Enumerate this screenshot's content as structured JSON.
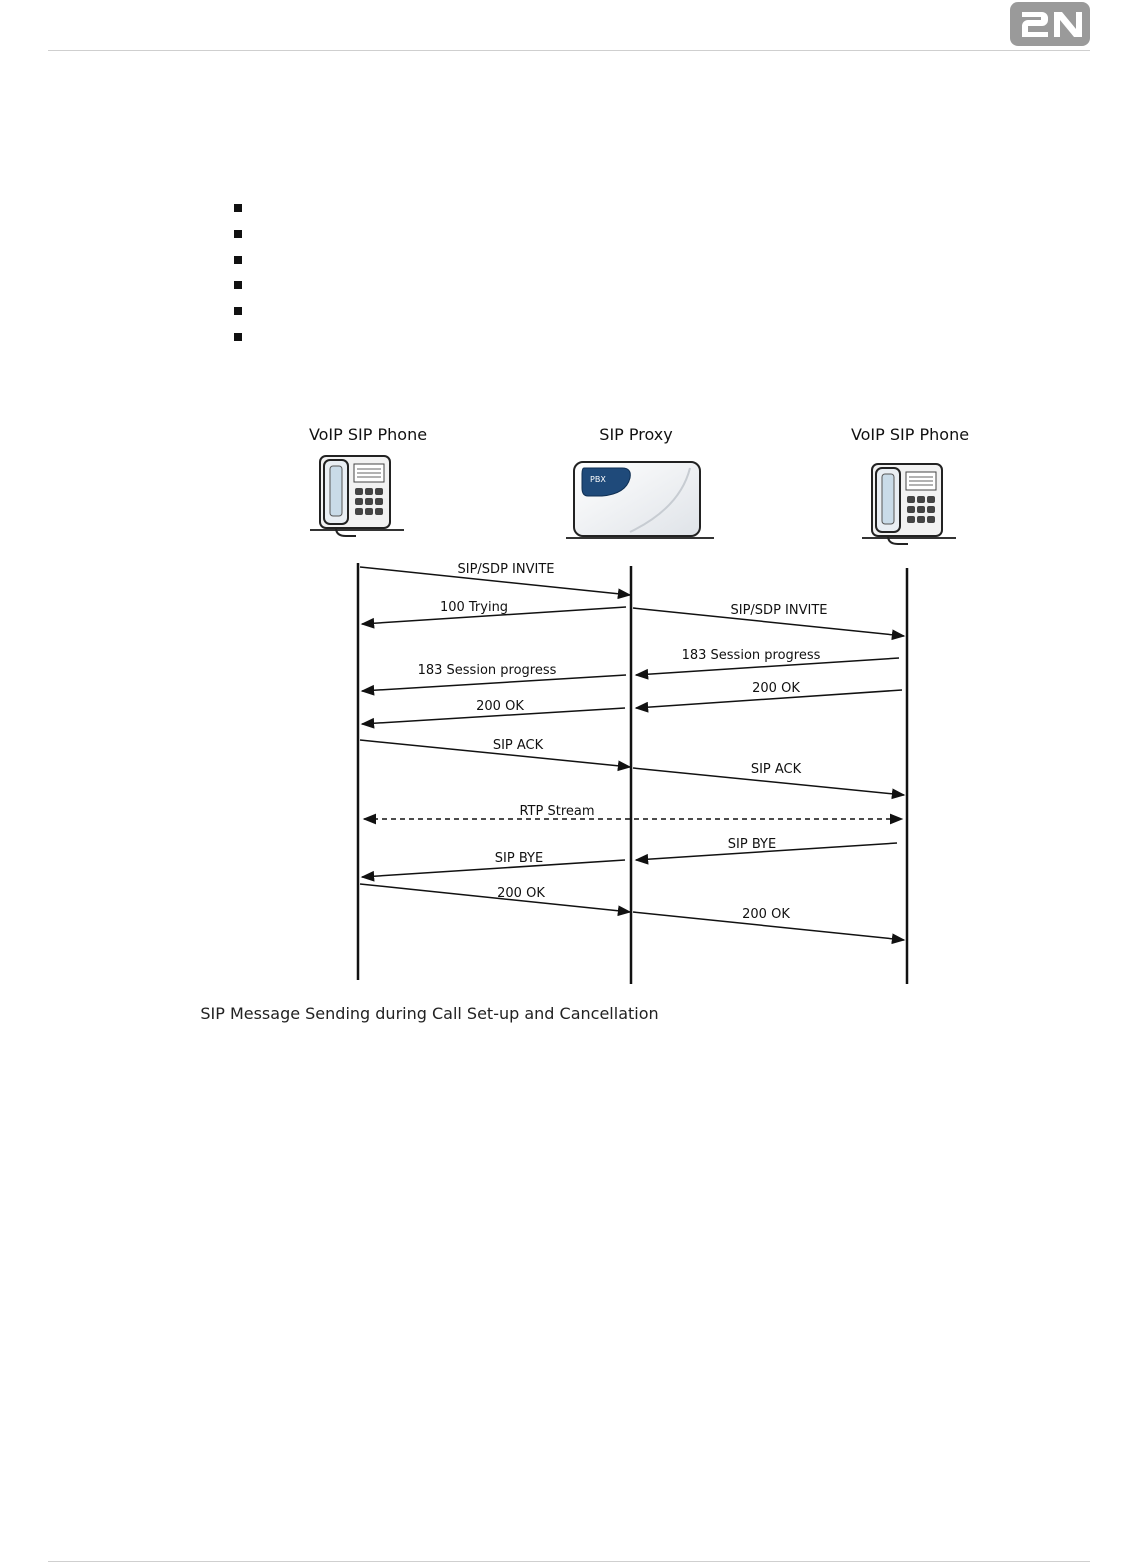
{
  "brand": {
    "logo_text": "2N"
  },
  "bullet_count": 6,
  "participants": [
    {
      "label": "VoIP SIP Phone",
      "icon": "desk-phone-icon"
    },
    {
      "label": "SIP Proxy",
      "icon": "pbx-device-icon"
    },
    {
      "label": "VoIP SIP Phone",
      "icon": "desk-phone-icon"
    }
  ],
  "pbx_badge": "PBX",
  "messages": [
    {
      "label": "SIP/SDP INVITE",
      "from": 0,
      "to": 1,
      "style": "solid"
    },
    {
      "label": "100 Trying",
      "from": 1,
      "to": 0,
      "style": "solid"
    },
    {
      "label": "SIP/SDP INVITE",
      "from": 1,
      "to": 2,
      "style": "solid"
    },
    {
      "label": "183 Session progress",
      "from": 2,
      "to": 1,
      "style": "solid"
    },
    {
      "label": "183 Session progress",
      "from": 1,
      "to": 0,
      "style": "solid"
    },
    {
      "label": "200 OK",
      "from": 2,
      "to": 1,
      "style": "solid"
    },
    {
      "label": "200 OK",
      "from": 1,
      "to": 0,
      "style": "solid"
    },
    {
      "label": "SIP ACK",
      "from": 0,
      "to": 1,
      "style": "solid"
    },
    {
      "label": "SIP ACK",
      "from": 1,
      "to": 2,
      "style": "solid"
    },
    {
      "label": "RTP Stream",
      "from": 0,
      "to": 2,
      "style": "dashed-bidirectional"
    },
    {
      "label": "SIP BYE",
      "from": 2,
      "to": 1,
      "style": "solid"
    },
    {
      "label": "SIP BYE",
      "from": 1,
      "to": 0,
      "style": "solid"
    },
    {
      "label": "200 OK",
      "from": 0,
      "to": 1,
      "style": "solid"
    },
    {
      "label": "200 OK",
      "from": 1,
      "to": 2,
      "style": "solid"
    }
  ],
  "caption": "SIP Message Sending during Call Set-up and Cancellation"
}
